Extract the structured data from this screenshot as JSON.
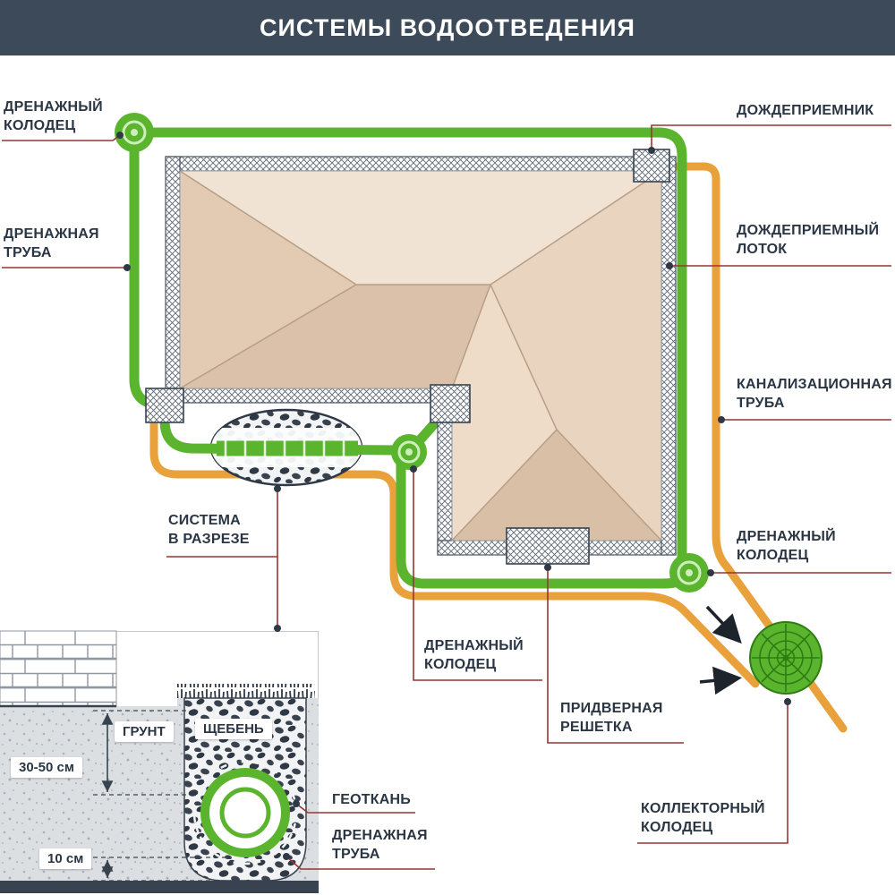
{
  "header": {
    "title": "СИСТЕМЫ ВОДООТВЕДЕНИЯ"
  },
  "callouts": {
    "drain_well_top_left": "ДРЕНАЖНЫЙ\nКОЛОДЕЦ",
    "rain_inlet": "ДОЖДЕПРИЕМНИК",
    "drain_pipe": "ДРЕНАЖНАЯ\nТРУБА",
    "rain_tray": "ДОЖДЕПРИЕМНЫЙ\nЛОТОК",
    "sewer_pipe": "КАНАЛИЗАЦИОННАЯ\nТРУБА",
    "drain_well_right": "ДРЕНАЖНЫЙ\nКОЛОДЕЦ",
    "section_view": "СИСТЕМА\nВ РАЗРЕЗЕ",
    "drain_well_bottom": "ДРЕНАЖНЫЙ\nКОЛОДЕЦ",
    "door_grate": "ПРИДВЕРНАЯ\nРЕШЕТКА",
    "collector_well": "КОЛЛЕКТОРНЫЙ\nКОЛОДЕЦ"
  },
  "section_labels": {
    "soil": "ГРУНТ",
    "gravel": "ЩЕБЕНЬ",
    "geotextile": "ГЕОТКАНЬ",
    "drain_pipe": "ДРЕНАЖНАЯ\nТРУБА",
    "depth": "30-50 см",
    "bottom_gap": "10 см"
  },
  "colors": {
    "header_bg": "#3d4a5a",
    "drainage_pipe_green": "#5bb42d",
    "storm_pipe_orange": "#e9a23b",
    "callout_line_red": "#953735",
    "text_dark": "#2b3644",
    "roof_beige": "#e8d3c0",
    "gravel_dark": "#39434f"
  }
}
